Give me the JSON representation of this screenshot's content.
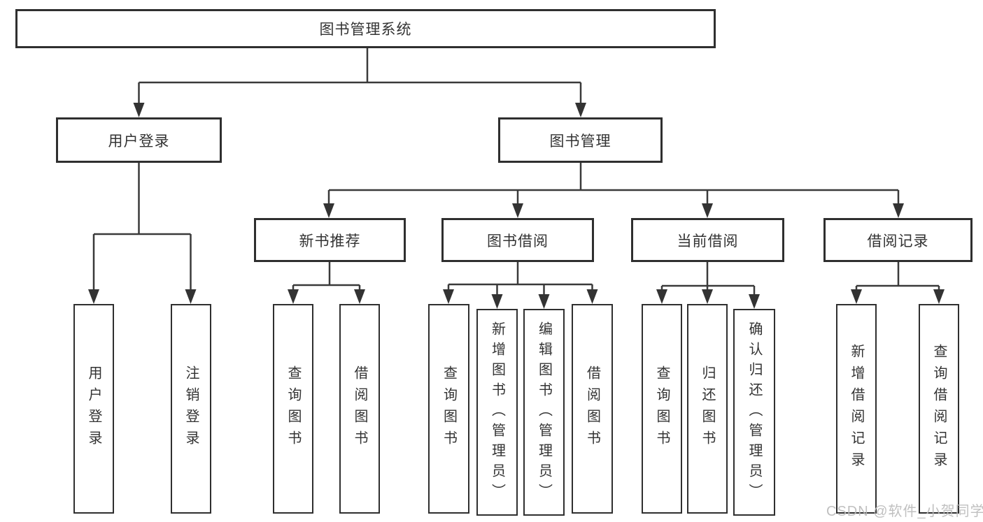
{
  "tree": {
    "root": {
      "label": "图书管理系统"
    },
    "branches": [
      {
        "label": "用户登录",
        "children": [
          {
            "label": "用户登录"
          },
          {
            "label": "注销登录"
          }
        ]
      },
      {
        "label": "图书管理",
        "children": [
          {
            "label": "新书推荐",
            "children": [
              {
                "label": "查询图书"
              },
              {
                "label": "借阅图书"
              }
            ]
          },
          {
            "label": "图书借阅",
            "children": [
              {
                "label": "查询图书"
              },
              {
                "label": "新增图书（管理员）"
              },
              {
                "label": "编辑图书（管理员）"
              },
              {
                "label": "借阅图书"
              }
            ]
          },
          {
            "label": "当前借阅",
            "children": [
              {
                "label": "查询图书"
              },
              {
                "label": "归还图书"
              },
              {
                "label": "确认归还（管理员）"
              }
            ]
          },
          {
            "label": "借阅记录",
            "children": [
              {
                "label": "新增借阅记录"
              },
              {
                "label": "查询借阅记录"
              }
            ]
          }
        ]
      }
    ]
  },
  "watermark": {
    "text": "CSDN @软件_小贺同学"
  },
  "colors": {
    "line": "#3a3a3a",
    "box_border": "#2f2f2f",
    "text": "#333333",
    "watermark": "#bbbbbb",
    "background": "#ffffff"
  }
}
